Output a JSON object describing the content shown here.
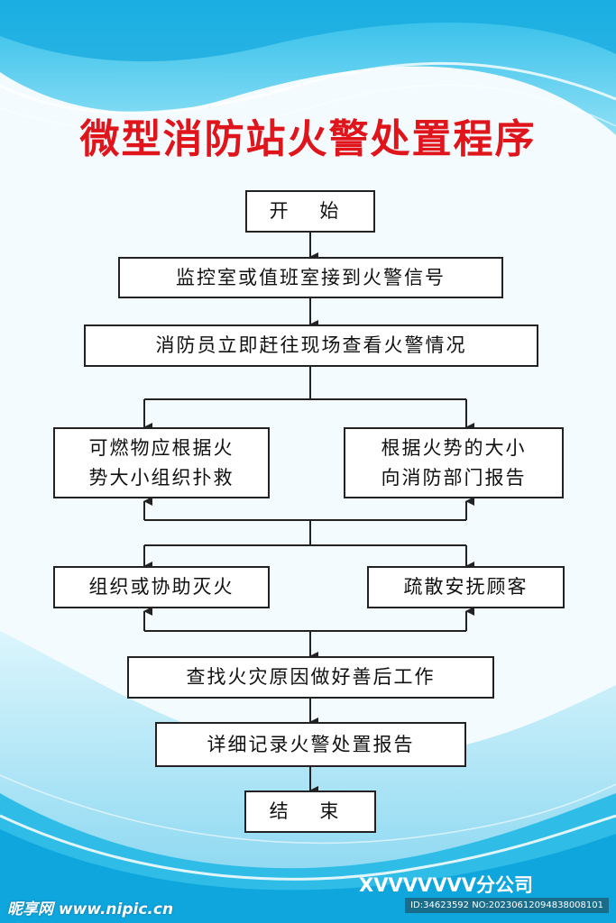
{
  "title": "微型消防站火警处置程序",
  "steps": {
    "start": "开 始",
    "receive": "监控室或值班室接到火警信号",
    "check": "消防员立即赶往现场查看火警情况",
    "left1_line1": "可燃物应根据火",
    "left1_line2": "势大小组织扑救",
    "right1_line1": "根据火势的大小",
    "right1_line2": "向消防部门报告",
    "left2": "组织或协助灭火",
    "right2": "疏散安抚顾客",
    "cause": "查找火灾原因做好善后工作",
    "record": "详细记录火警处置报告",
    "end": "结 束"
  },
  "footer": {
    "company": "XVVVVVVV分公司"
  },
  "watermark": {
    "logo": "昵享网 www.nipic.cn",
    "id": "ID:34623592 NO:20230612094838008101"
  },
  "colors": {
    "title": "#e0141b",
    "wave_dark": "#14b4e6",
    "wave_light": "#7fdaf2"
  }
}
